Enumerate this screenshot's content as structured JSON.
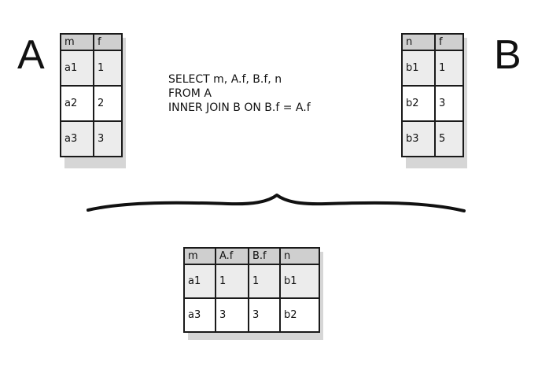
{
  "labels": {
    "a": "A",
    "b": "B"
  },
  "table_a": {
    "headers": [
      "m",
      "f"
    ],
    "rows": [
      [
        "a1",
        "1"
      ],
      [
        "a2",
        "2"
      ],
      [
        "a3",
        "3"
      ]
    ]
  },
  "table_b": {
    "headers": [
      "n",
      "f"
    ],
    "rows": [
      [
        "b1",
        "1"
      ],
      [
        "b2",
        "3"
      ],
      [
        "b3",
        "5"
      ]
    ]
  },
  "sql": {
    "line1": "SELECT m, A.f, B.f, n",
    "line2": "FROM A",
    "line3": "INNER JOIN B ON B.f = A.f"
  },
  "result_table": {
    "headers": [
      "m",
      "A.f",
      "B.f",
      "n"
    ],
    "rows": [
      [
        "a1",
        "1",
        "1",
        "b1"
      ],
      [
        "a3",
        "3",
        "3",
        "b2"
      ]
    ]
  },
  "colors": {
    "header_fill": "#cfcfcf",
    "row_shade": "#ececec",
    "ink": "#1a1a1a"
  }
}
